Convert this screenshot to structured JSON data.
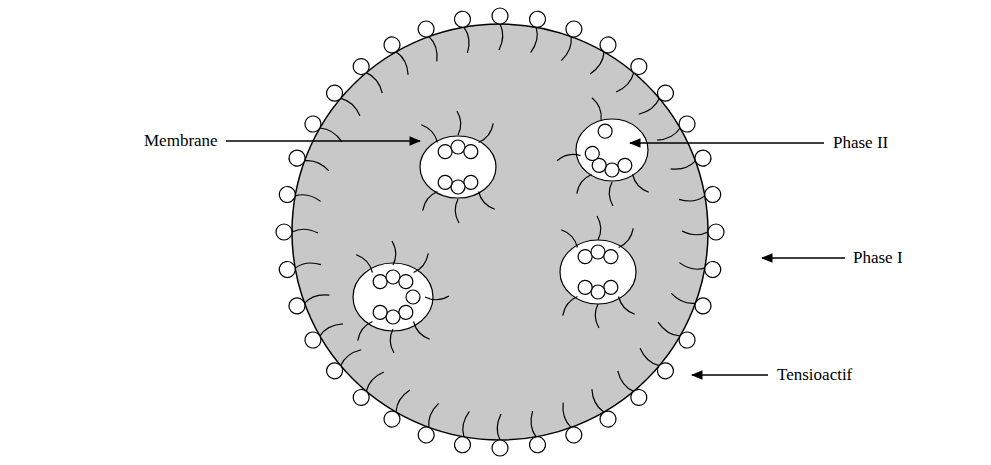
{
  "diagram": {
    "labels": [
      "Membrane",
      "Phase II",
      "Phase I",
      "Tensioactif"
    ]
  }
}
